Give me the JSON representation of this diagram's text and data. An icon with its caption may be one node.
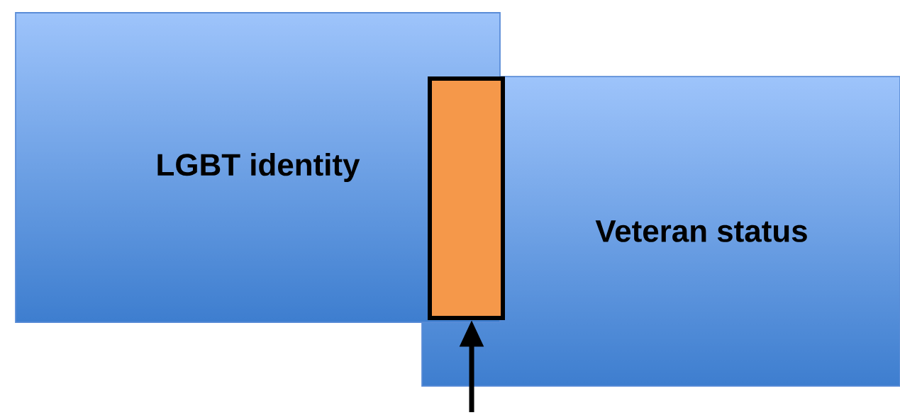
{
  "diagram": {
    "nodes": [
      {
        "text": [
          "LGBT identity"
        ]
      },
      {
        "text": [
          "Veteran status"
        ]
      },
      {
        "text": [],
        "shape": "box"
      }
    ],
    "edges": [
      {
        "from": null,
        "to": 2,
        "arrow": "to"
      }
    ]
  }
}
